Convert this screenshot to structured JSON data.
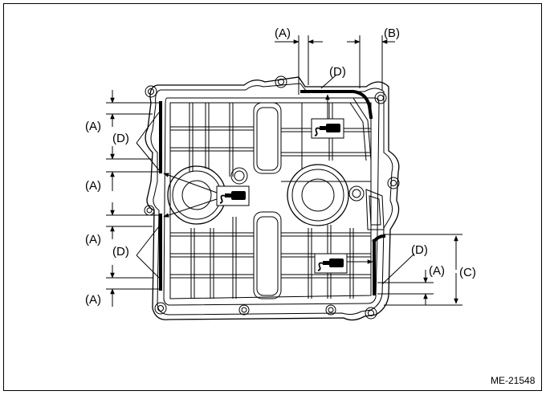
{
  "figure": {
    "reference_code": "ME-21548"
  },
  "labels": {
    "a": "(A)",
    "b": "(B)",
    "c": "(C)",
    "d": "(D)"
  },
  "icons": {
    "sealant_applicator": "sealant-applicator-icon"
  }
}
